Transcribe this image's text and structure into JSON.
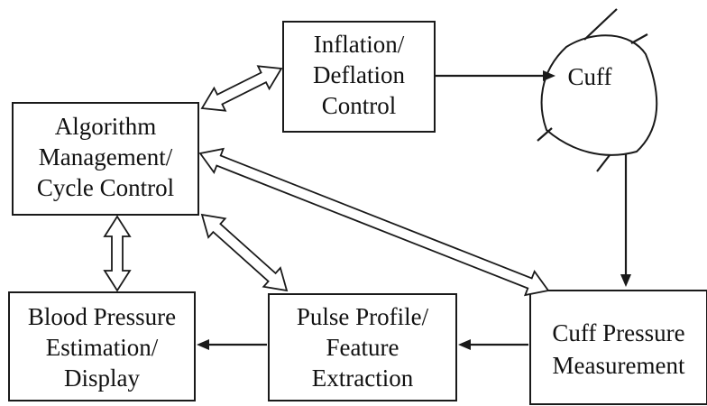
{
  "nodes": {
    "algorithm": {
      "lines": [
        "Algorithm",
        "Management/",
        "Cycle Control"
      ]
    },
    "inflation": {
      "lines": [
        "Inflation/",
        "Deflation",
        "Control"
      ]
    },
    "cuff": {
      "label": "Cuff"
    },
    "bp_estimation": {
      "lines": [
        "Blood Pressure",
        "Estimation/",
        "Display"
      ]
    },
    "pulse_profile": {
      "lines": [
        "Pulse Profile/",
        "Feature",
        "Extraction"
      ]
    },
    "cuff_pressure": {
      "lines": [
        "Cuff Pressure",
        "Measurement"
      ]
    }
  },
  "edges": [
    {
      "from": "algorithm",
      "to": "inflation",
      "style": "hollow-bidirectional"
    },
    {
      "from": "inflation",
      "to": "cuff",
      "style": "solid-arrow"
    },
    {
      "from": "cuff",
      "to": "cuff_pressure",
      "style": "solid-arrow"
    },
    {
      "from": "cuff_pressure",
      "to": "pulse_profile",
      "style": "solid-arrow"
    },
    {
      "from": "pulse_profile",
      "to": "bp_estimation",
      "style": "solid-arrow"
    },
    {
      "from": "algorithm",
      "to": "bp_estimation",
      "style": "hollow-bidirectional"
    },
    {
      "from": "algorithm",
      "to": "pulse_profile",
      "style": "hollow-bidirectional"
    },
    {
      "from": "algorithm",
      "to": "cuff_pressure",
      "style": "hollow-bidirectional"
    }
  ]
}
